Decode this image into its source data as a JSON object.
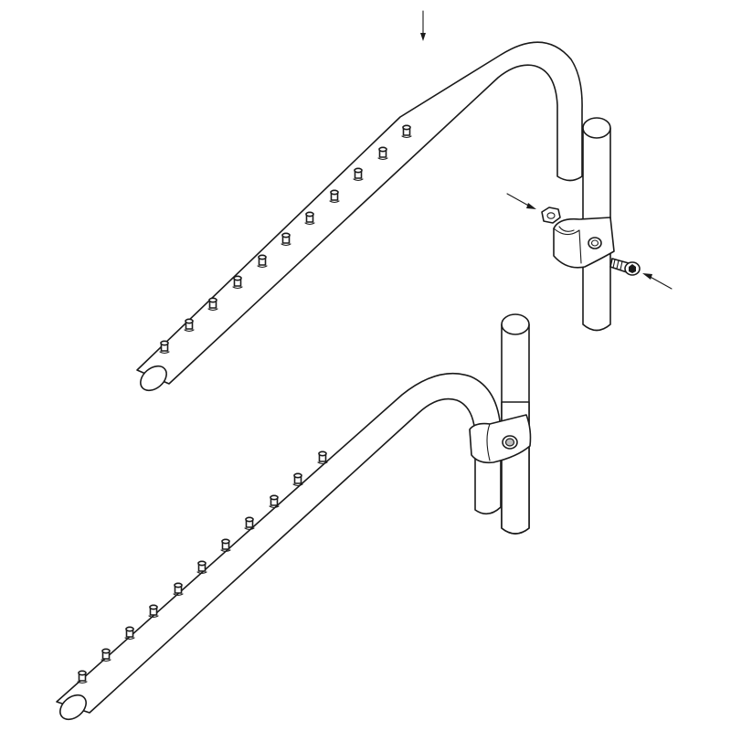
{
  "diagram": {
    "kind": "exploded assembly illustration",
    "line_color": "#1a1a1a",
    "background": "#ffffff",
    "parts": [
      {
        "id": "upper-bracket",
        "hooks": 11,
        "state": "exploded"
      },
      {
        "id": "lower-bracket",
        "hooks": 11,
        "state": "assembled"
      },
      {
        "id": "clamp-nut",
        "state": "exploded"
      },
      {
        "id": "clamp-bolt",
        "head": "hex socket",
        "state": "exploded"
      }
    ],
    "arrows": [
      {
        "id": "insert-arrow",
        "direction": "down"
      },
      {
        "id": "nut-arrow",
        "direction": "down-right"
      },
      {
        "id": "bolt-arrow",
        "direction": "up-left"
      }
    ]
  }
}
